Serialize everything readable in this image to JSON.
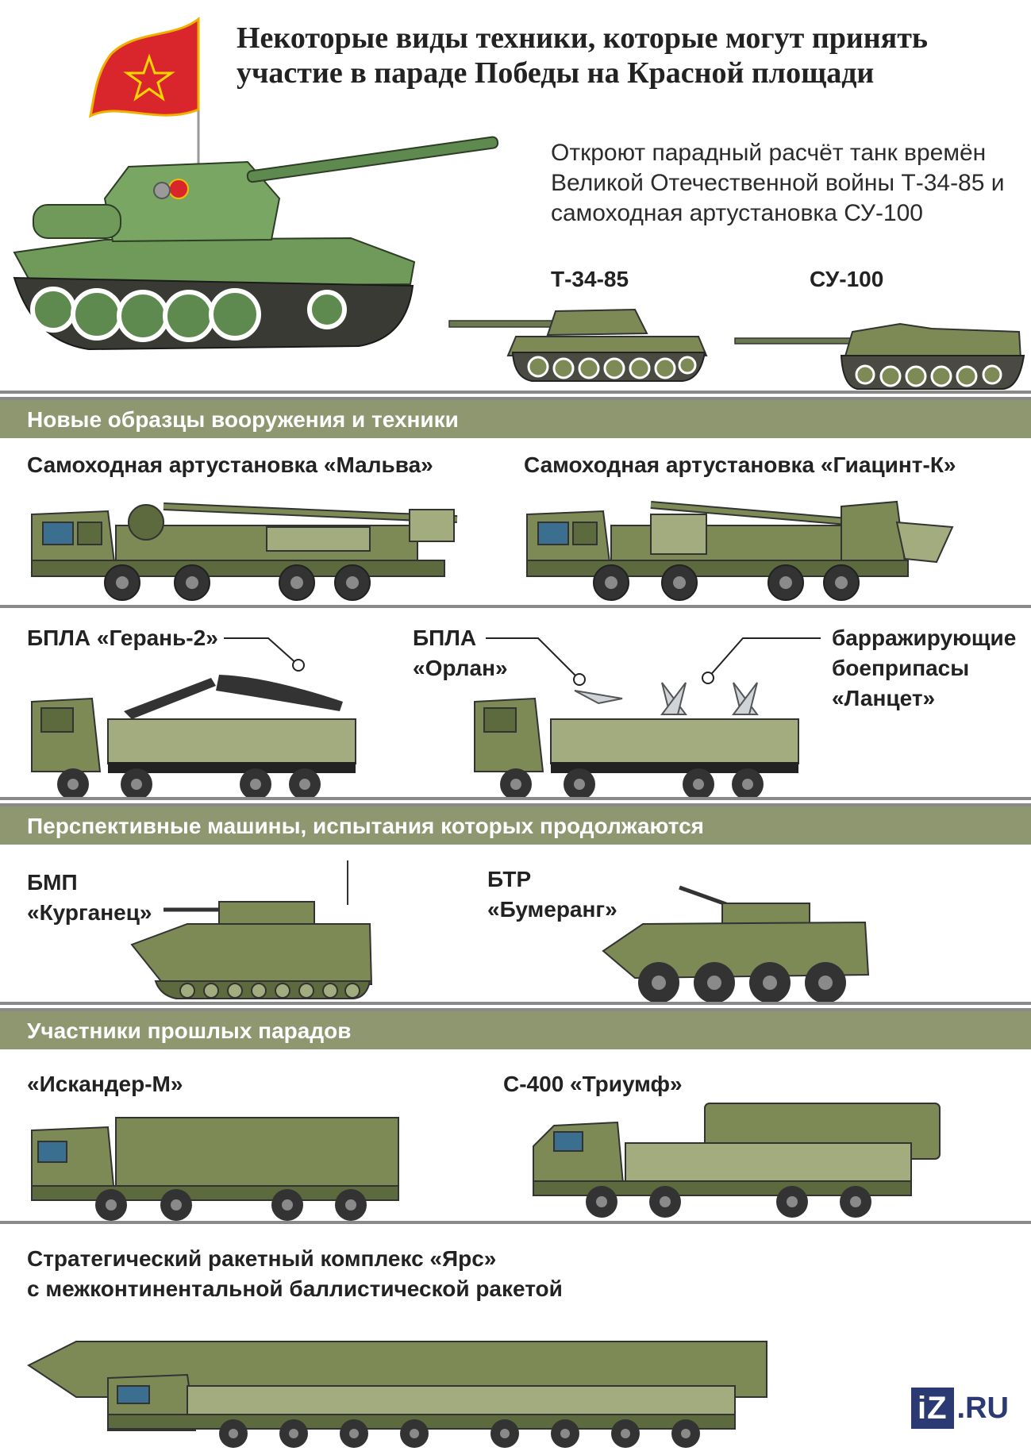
{
  "header": {
    "title": "Некоторые виды техники, которые могут принять участие в параде Победы на Красной площади",
    "subtitle": "Откроют парадный расчёт танк времён Великой Отечественной войны Т-34-85 и самоходная артустановка СУ-100"
  },
  "intro": {
    "t34_label": "Т-34-85",
    "su100_label": "СУ-100"
  },
  "sections": {
    "new_weapons": "Новые образцы вооружения и техники",
    "perspective": "Перспективные машины, испытания которых продолжаются",
    "past_parades": "Участники прошлых парадов"
  },
  "vehicles": {
    "malva": "Самоходная артустановка «Мальва»",
    "giatsint": "Самоходная артустановка «Гиацинт-К»",
    "geran_line1": "БПЛА «Герань-2»",
    "orlan_line1": "БПЛА",
    "orlan_line2": "«Орлан»",
    "lancet_line1": "барражирующие",
    "lancet_line2": "боеприпасы",
    "lancet_line3": "«Ланцет»",
    "kurganets_line1": "БМП",
    "kurganets_line2": "«Курганец»",
    "bumerang_line1": "БТР",
    "bumerang_line2": "«Бумеранг»",
    "iskander": "«Искандер-М»",
    "s400": "С-400 «Триумф»",
    "yars_line1": "Стратегический ракетный комплекс «Ярс»",
    "yars_line2": "с межконтинентальной баллистической ракетой"
  },
  "logo": {
    "box": "iZ",
    "suffix": ".RU"
  },
  "colors": {
    "olive": "#7d8a55",
    "olive_dark": "#5d6a3d",
    "olive_light": "#a3ac7e",
    "band": "#8f9770",
    "tank_green": "#5f8a4f",
    "flag_red": "#d8262c",
    "logo_blue": "#2c3a73"
  }
}
